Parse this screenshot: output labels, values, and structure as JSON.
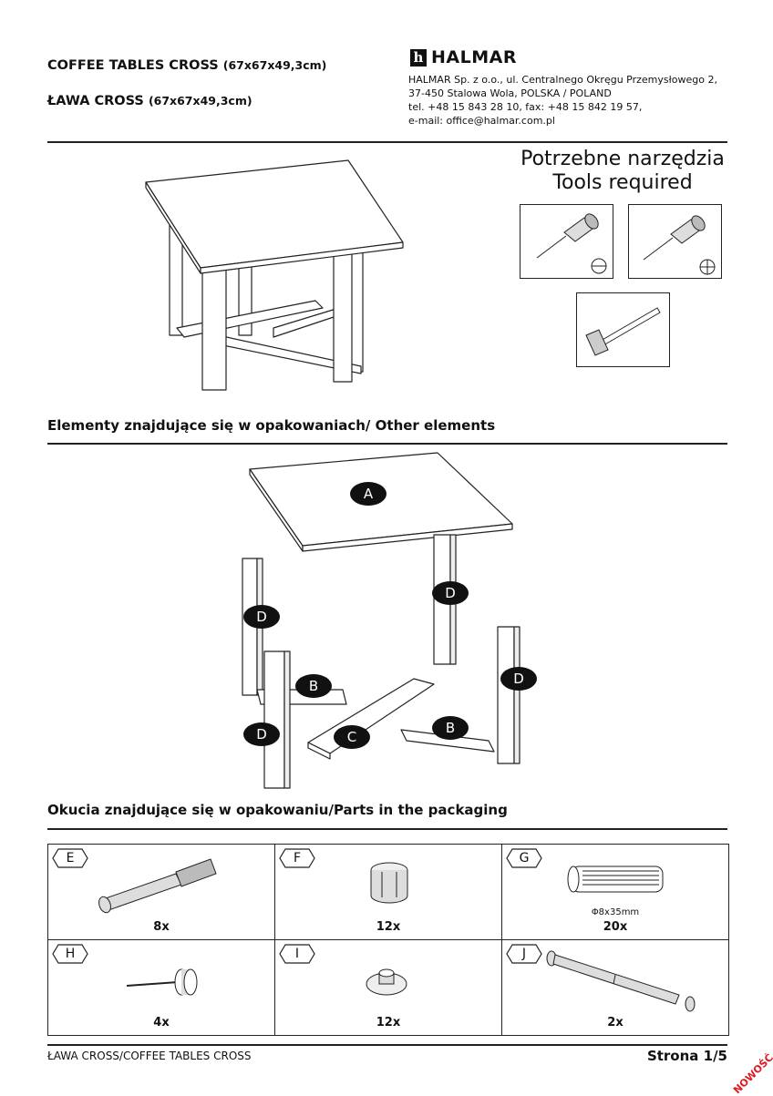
{
  "header": {
    "title_en": "COFFEE TABLES CROSS",
    "title_en_dims": "(67x67x49,3cm)",
    "title_pl": "ŁAWA CROSS",
    "title_pl_dims": "(67x67x49,3cm)",
    "brand": "HALMAR",
    "brand_mark": "h",
    "company_lines": [
      "HALMAR Sp. z o.o., ul. Centralnego Okręgu Przemysłowego 2,",
      "37-450 Stalowa Wola, POLSKA / POLAND",
      "tel. +48 15 843 28 10, fax: +48 15 842 19 57,",
      "e-mail: office@halmar.com.pl"
    ]
  },
  "tools": {
    "title_pl": "Potrzebne narzędzia",
    "title_en": "Tools required",
    "items": [
      {
        "icon": "flat-screwdriver-icon"
      },
      {
        "icon": "phillips-screwdriver-icon"
      },
      {
        "icon": "hammer-icon"
      }
    ]
  },
  "elements_section": {
    "title_pl": "Elementy znajdujące się w opakowaniach/",
    "title_en": "Other elements",
    "callouts": [
      "A",
      "D",
      "D",
      "D",
      "D",
      "B",
      "B",
      "C"
    ]
  },
  "parts_section": {
    "title_pl": "Okucia znajdujące się w opakowaniu/",
    "title_en": "Parts in the packaging",
    "parts": [
      {
        "label": "E",
        "qty": "8x",
        "note": "",
        "icon": "cam-bolt-icon"
      },
      {
        "label": "F",
        "qty": "12x",
        "note": "",
        "icon": "cam-lock-icon"
      },
      {
        "label": "G",
        "qty": "20x",
        "note": "Φ8x35mm",
        "icon": "wooden-dowel-icon"
      },
      {
        "label": "H",
        "qty": "4x",
        "note": "",
        "icon": "nail-glide-icon"
      },
      {
        "label": "I",
        "qty": "12x",
        "note": "",
        "icon": "cover-cap-icon"
      },
      {
        "label": "J",
        "qty": "2x",
        "note": "",
        "icon": "double-bolt-icon"
      }
    ]
  },
  "footer": {
    "left": "ŁAWA CROSS/COFFEE TABLES CROSS",
    "page": "Strona 1/5",
    "stamp": "NOWOŚĆ"
  }
}
